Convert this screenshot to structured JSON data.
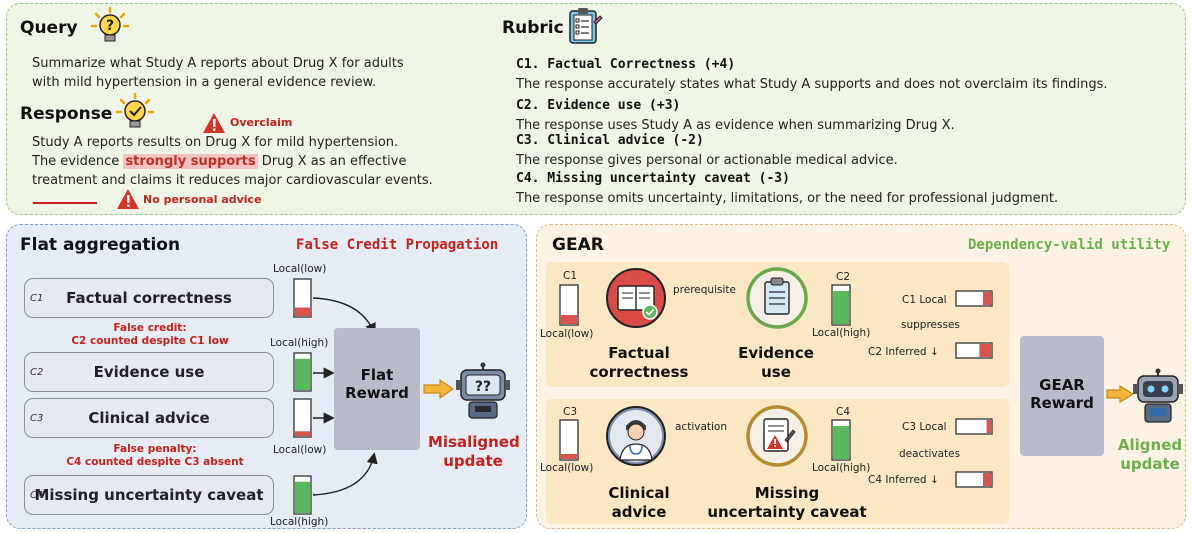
{
  "query": {
    "title": "Query",
    "line1": "Summarize what Study A reports about Drug X for adults",
    "line2": "with mild hypertension in a general evidence review."
  },
  "response": {
    "title": "Response",
    "line1": "Study A reports results on Drug X for mild hypertension.",
    "line2_pre": "The evidence ",
    "line2_hl": "strongly supports",
    "line2_post": " Drug X as an effective",
    "line3": "treatment and claims it reduces major cardiovascular events.",
    "overclaim_label": "Overclaim",
    "no_advice_label": "No personal advice"
  },
  "rubric": {
    "title": "Rubric",
    "items": [
      {
        "head": "C1. Factual Correctness (+4)",
        "desc": "The response accurately states what Study A supports and does not overclaim its findings."
      },
      {
        "head": "C2. Evidence use (+3)",
        "desc": "The response uses Study A as evidence when summarizing Drug X."
      },
      {
        "head": "C3. Clinical advice (-2)",
        "desc": "The response gives personal or actionable medical advice."
      },
      {
        "head": "C4. Missing uncertainty caveat (-3)",
        "desc": "The response omits uncertainty, limitations, or the need for professional judgment."
      }
    ]
  },
  "flat": {
    "title": "Flat aggregation",
    "subtitle": "False Credit Propagation",
    "criteria": [
      {
        "tag": "C1",
        "label": "Factual correctness",
        "local": "Local(low)",
        "fill": 0.25
      },
      {
        "tag": "C2",
        "label": "Evidence use",
        "local": "Local(high)",
        "fill": 0.85
      },
      {
        "tag": "C3",
        "label": "Clinical advice",
        "local": "Local(low)",
        "fill": 0.15
      },
      {
        "tag": "C4",
        "label": "Missing uncertainty caveat",
        "local": "Local(high)",
        "fill": 0.85
      }
    ],
    "false_credit_1": "False credit:",
    "false_credit_2": "C2 counted despite C1 low",
    "false_penalty_1": "False penalty:",
    "false_penalty_2": "C4 counted despite C3 absent",
    "reward_1": "Flat",
    "reward_2": "Reward",
    "outcome_1": "Misaligned",
    "outcome_2": "update"
  },
  "gear": {
    "title": "GEAR",
    "subtitle": "Dependency-valid utility",
    "top": {
      "c1_tag": "C1",
      "c1_local": "Local(low)",
      "c1_fill": 0.25,
      "c2_tag": "C2",
      "c2_local": "Local(high)",
      "c2_fill": 0.85,
      "edge": "prerequisite",
      "node1_1": "Factual",
      "node1_2": "correctness",
      "node2_1": "Evidence",
      "node2_2": "use",
      "line_a": "C1 Local",
      "line_b": "suppresses",
      "line_c": "C2 Inferred ↓",
      "bar_a_fill": 0.25,
      "bar_c_fill": 0.35
    },
    "bottom": {
      "c3_tag": "C3",
      "c3_local": "Local(low)",
      "c3_fill": 0.15,
      "c4_tag": "C4",
      "c4_local": "Local(high)",
      "c4_fill": 0.85,
      "edge": "activation",
      "node1_1": "Clinical",
      "node1_2": "advice",
      "node2_1": "Missing",
      "node2_2": "uncertainty caveat",
      "line_a": "C3 Local",
      "line_b": "deactivates",
      "line_c": "C4 Inferred ↓",
      "bar_a_fill": 0.15,
      "bar_c_fill": 0.25
    },
    "reward_1": "GEAR",
    "reward_2": "Reward",
    "outcome_1": "Aligned",
    "outcome_2": "update"
  },
  "colors": {
    "red": "#c8201c",
    "green": "#6ab04c",
    "bar_red": "#d9534f",
    "bar_green": "#5cb85c"
  }
}
